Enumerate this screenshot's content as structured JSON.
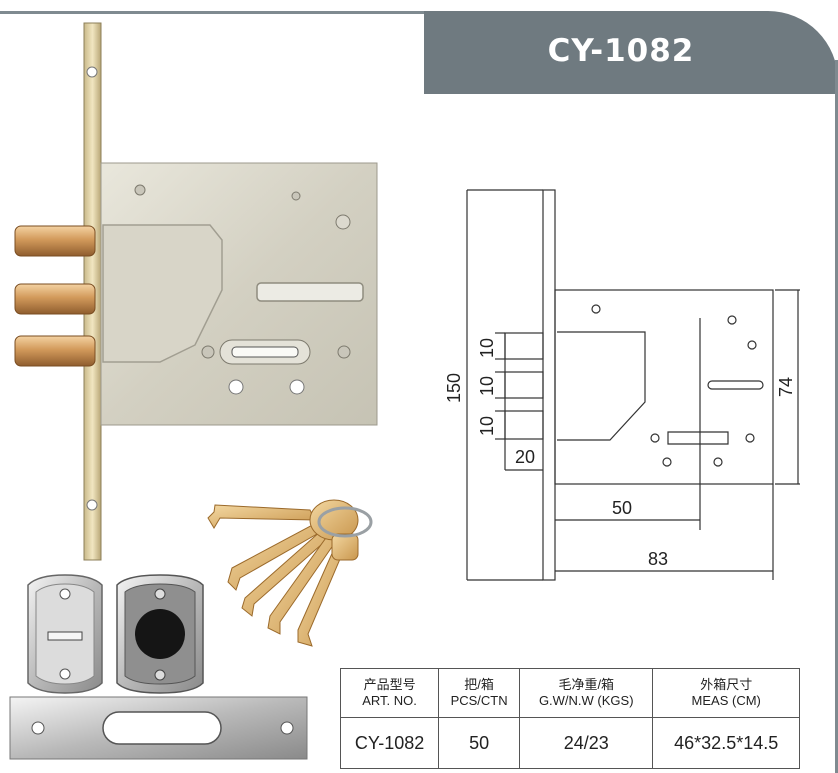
{
  "title": "CY-1082",
  "drawing": {
    "dim_height": "150",
    "dim_bolt_1": "10",
    "dim_bolt_2": "10",
    "dim_bolt_3": "10",
    "dim_bolt_length": "20",
    "dim_backset": "50",
    "dim_case_width": "83",
    "dim_case_height": "74"
  },
  "spec_table": {
    "headers": [
      {
        "zh": "产品型号",
        "en": "ART. NO."
      },
      {
        "zh": "把/箱",
        "en": "PCS/CTN"
      },
      {
        "zh": "毛净重/箱",
        "en": "G.W/N.W (KGS)"
      },
      {
        "zh": "外箱尺寸",
        "en": "MEAS (CM)"
      }
    ],
    "values": [
      "CY-1082",
      "50",
      "24/23",
      "46*32.5*14.5"
    ]
  },
  "colors": {
    "title_bg": "#6f7a80",
    "plate": "#d9d6c9",
    "brass": "#d7a35c"
  }
}
